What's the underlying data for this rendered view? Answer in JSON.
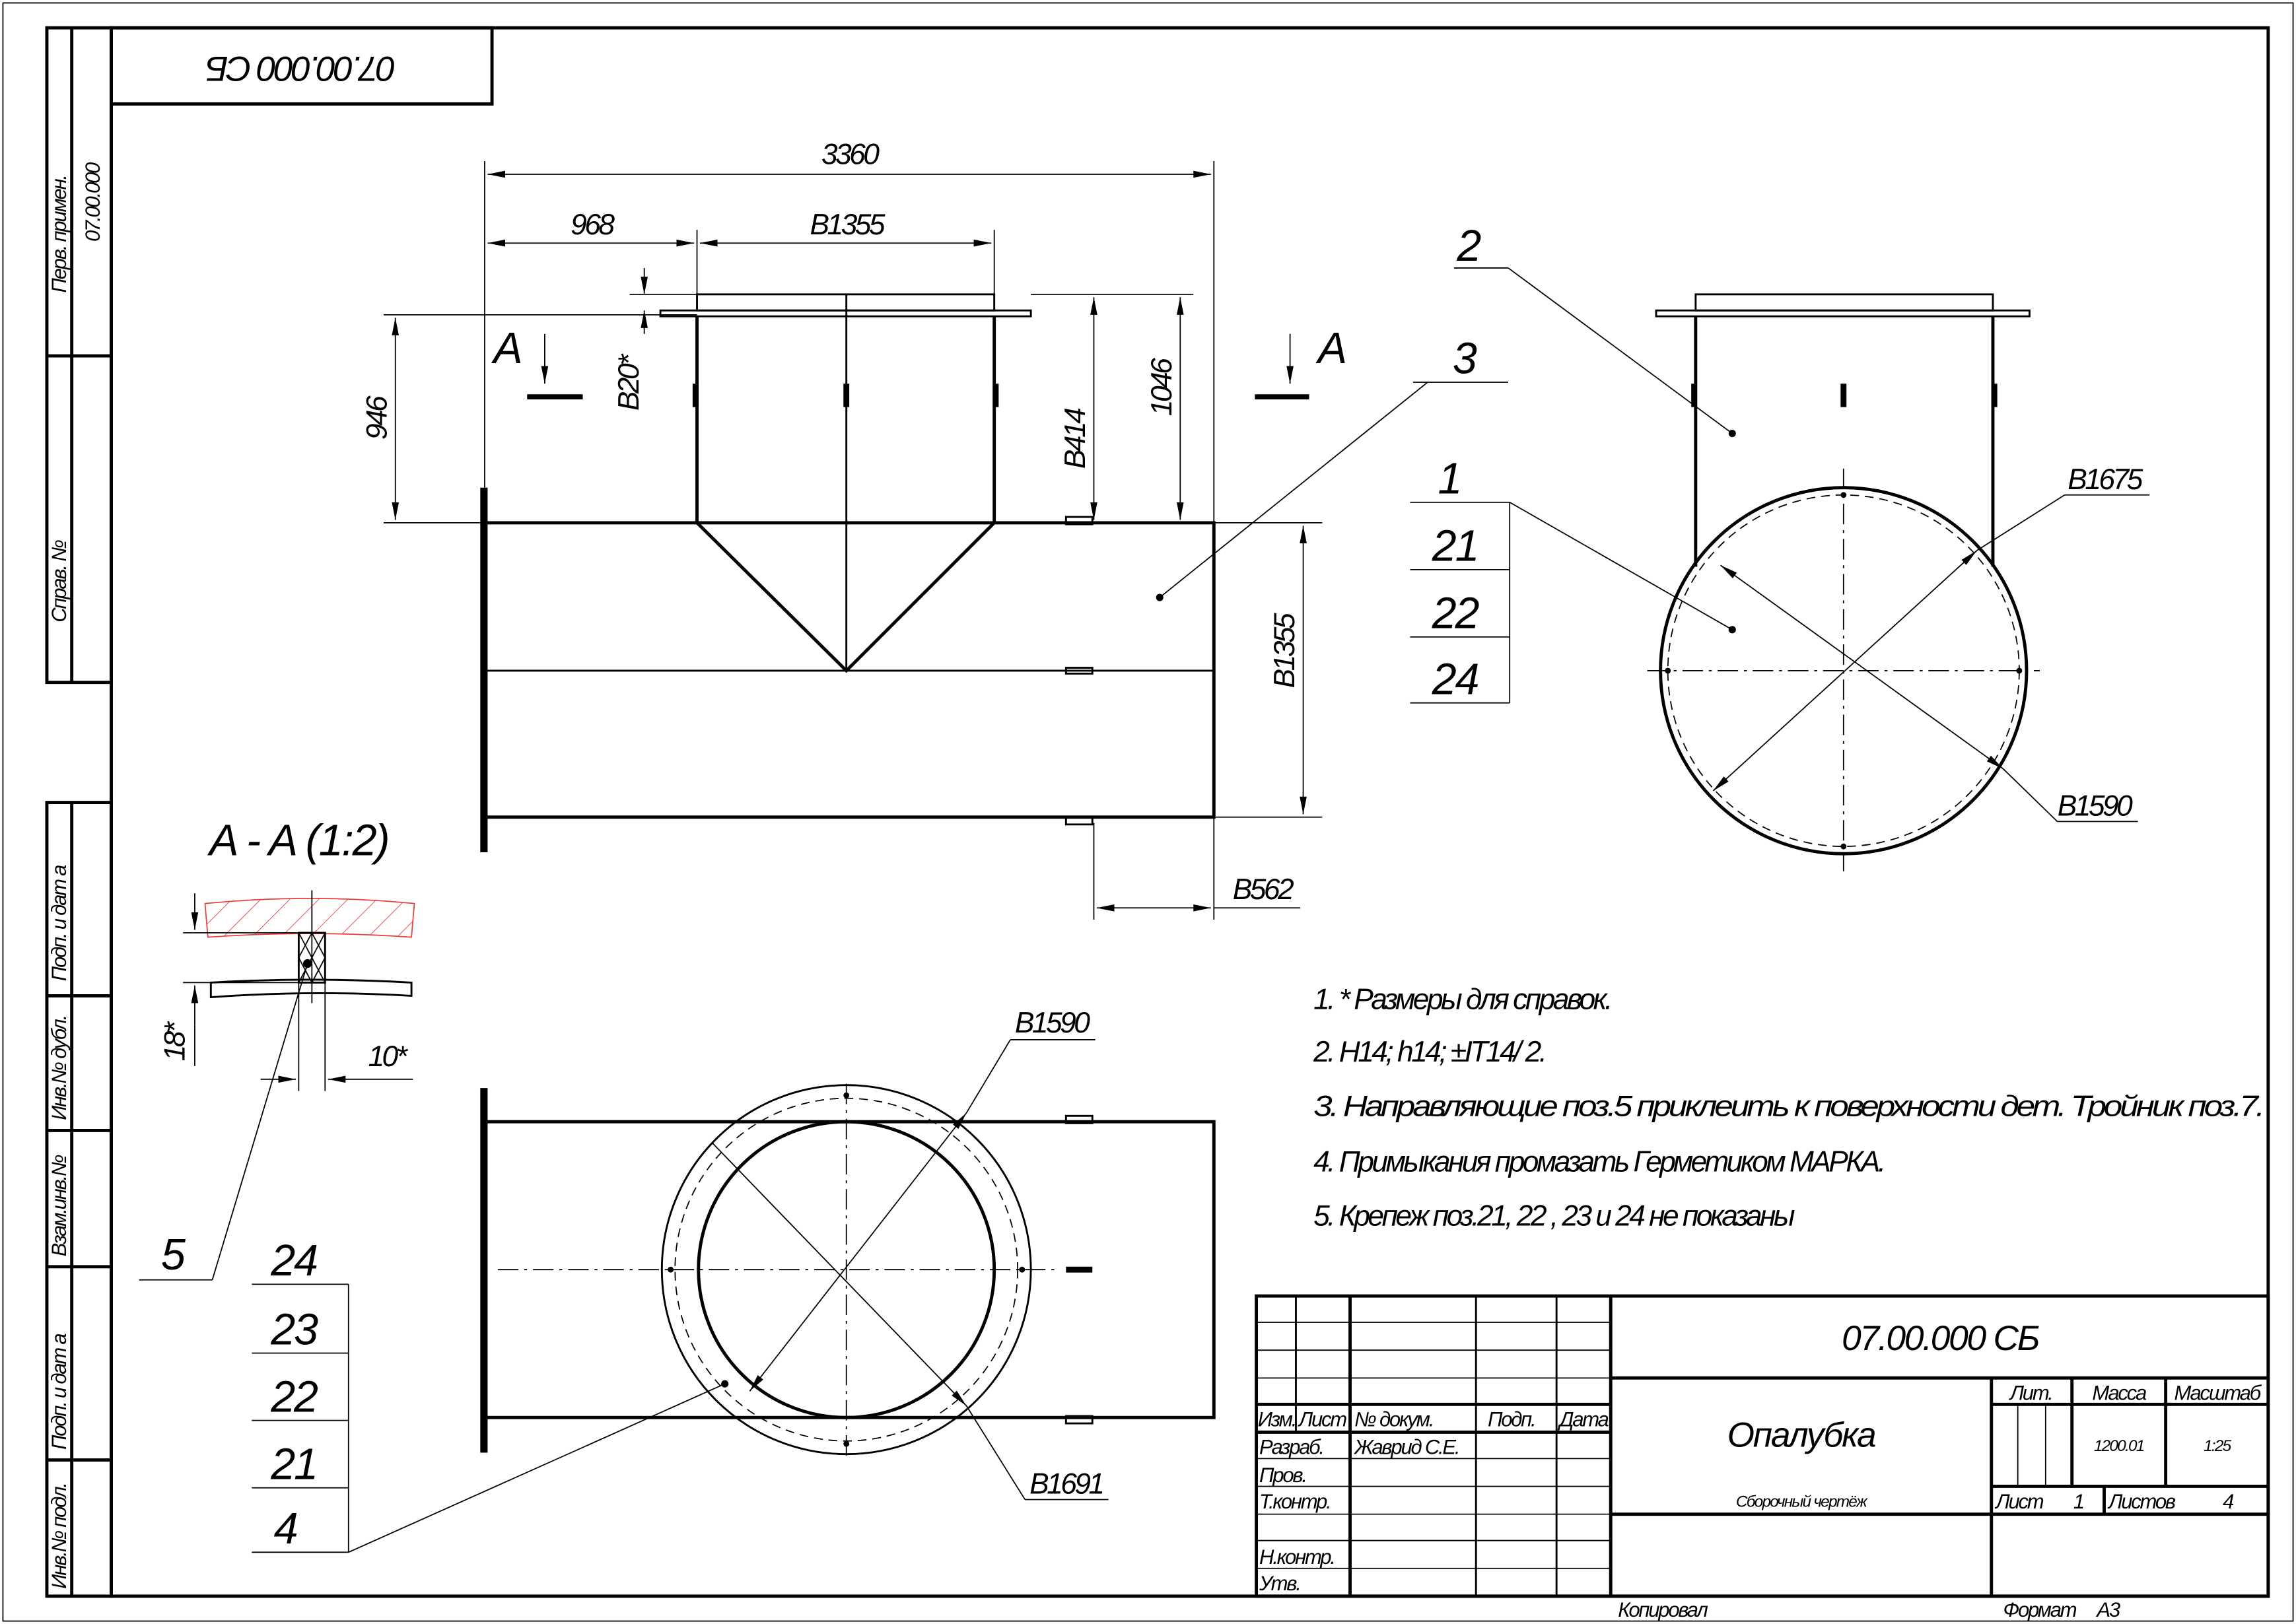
{
  "stamp_top": "07.00.000 СБ",
  "side_strip": {
    "perv_primen_label": "Перв. примен.",
    "perv_primen_value": "07.00.000",
    "sprav_label": "Справ. №",
    "podp_data_1": "Подп. и дат а",
    "inv_dubl": "Инв.№ дубл.",
    "vzam_inv": "Взам.инв.№",
    "podp_data_2": "Подп. и дат а",
    "inv_podl": "Инв.№ подл."
  },
  "dimensions": {
    "d3360": "3360",
    "d968": "968",
    "d1355_top": "B1355",
    "d946": "946",
    "d20": "B20*",
    "d414": "B414",
    "d1046": "1046",
    "d1355_right": "B1355",
    "d562": "B562",
    "d1675": "B1675",
    "d1590_side": "B1590",
    "d1590_bottom": "B1590",
    "d1691": "B1691",
    "d18": "18*",
    "d10": "10*"
  },
  "section": {
    "mark": "A",
    "title": "A - A (1:2)"
  },
  "positions": {
    "p2": "2",
    "p3": "3",
    "p5": "5",
    "side_stack": [
      "1",
      "21",
      "22",
      "24"
    ],
    "bottom_stack": [
      "24",
      "23",
      "22",
      "21",
      "4"
    ]
  },
  "notes": [
    "1. * Размеры для справок.",
    "2. H14; h14; ±IT14/ 2.",
    "3. Направляющие поз.5 приклеить к поверхности дет. Тройник поз.7.",
    "4. Примыкания промазать Герметиком МАРКА.",
    "5. Крепеж поз.21, 22 , 23 и 24 не показаны"
  ],
  "title_block": {
    "designation": "07.00.000 СБ",
    "name": "Опалубка",
    "doc_type": "Сборочный чертёж",
    "col_izm": "Изм.",
    "col_list": "Лист",
    "col_doc": "№ докум.",
    "col_podp": "Подп.",
    "col_date": "Дата",
    "razrab_label": "Разраб.",
    "razrab_name": "Жаврид С.Е.",
    "prov_label": "Пров.",
    "tkontr_label": "Т.контр.",
    "nkontr_label": "Н.контр.",
    "utv_label": "Утв.",
    "lit_label": "Лит.",
    "mass_label": "Масса",
    "scale_label": "Масштаб",
    "mass_value": "1200.01",
    "scale_value": "1:25",
    "sheet_label": "Лист",
    "sheet_value": "1",
    "sheets_label": "Листов",
    "sheets_value": "4",
    "copied": "Копировал",
    "format_label": "Формат",
    "format_value": "A3"
  },
  "colors": {
    "line": "#000000",
    "section_hatch": "#e8403c"
  }
}
